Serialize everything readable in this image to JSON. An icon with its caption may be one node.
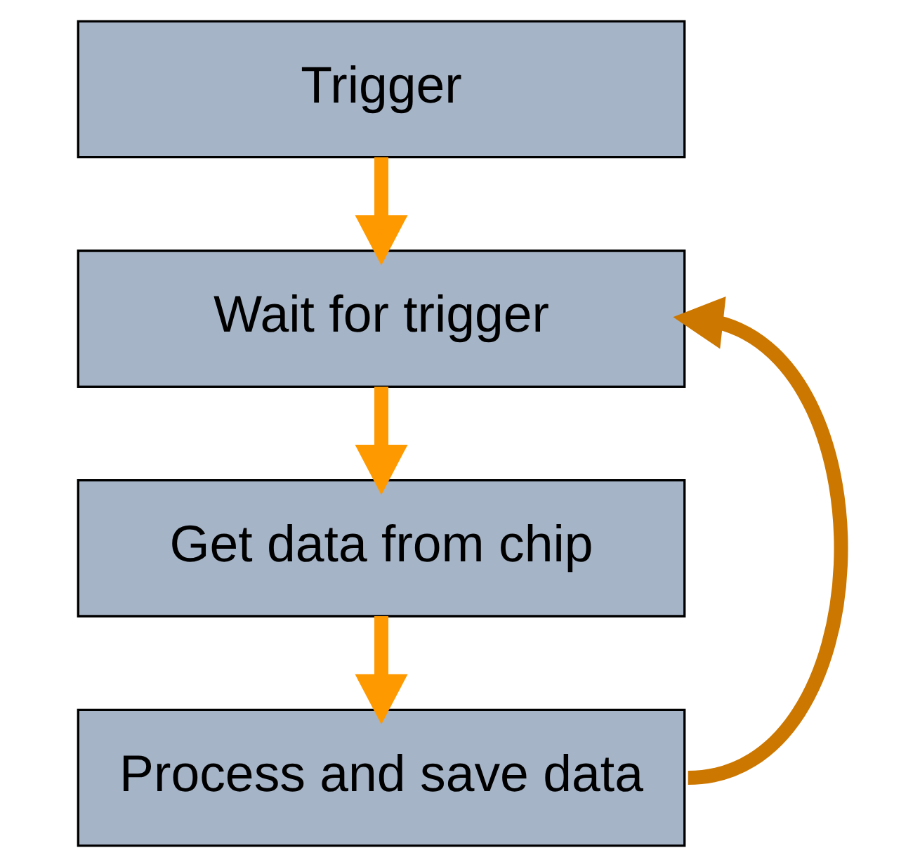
{
  "diagram": {
    "nodes": [
      {
        "text": [
          "Trigger"
        ]
      },
      {
        "text": [
          "Wait for trigger"
        ]
      },
      {
        "text": [
          "Get data from chip"
        ]
      },
      {
        "text": [
          "Process and save data"
        ]
      }
    ],
    "edges": [
      {
        "from": 0,
        "to": 1,
        "arrow": "to"
      },
      {
        "from": 1,
        "to": 2,
        "arrow": "to"
      },
      {
        "from": 2,
        "to": 3,
        "arrow": "to"
      },
      {
        "from": 3,
        "to": 1,
        "arrow": "to"
      }
    ]
  }
}
